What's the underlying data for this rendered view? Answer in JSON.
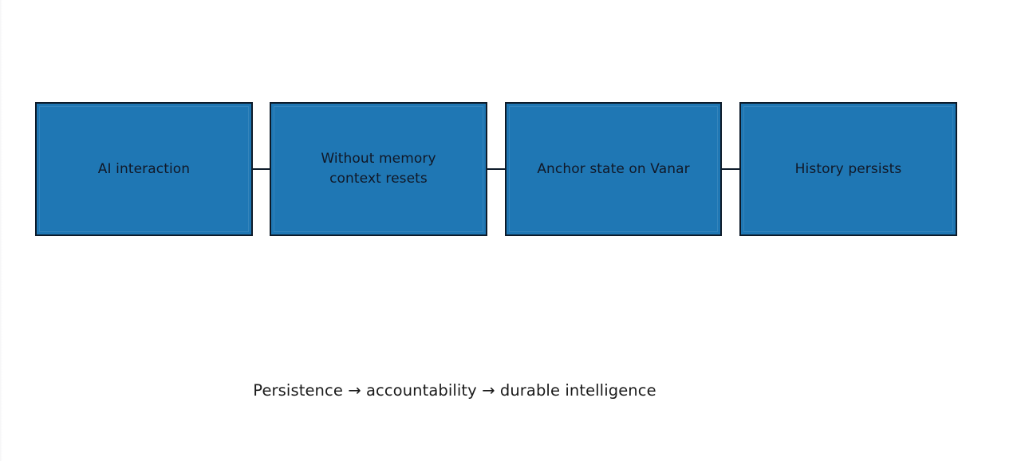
{
  "diagram": {
    "title": "",
    "colors": {
      "node_fill": "#1f77b4",
      "node_border": "#0d1b2a",
      "node_text": "#111827",
      "connector": "#0d1b2a",
      "background": "#ffffff",
      "caption_text": "#1a1a1a"
    },
    "nodes": [
      {
        "id": "node-1",
        "label": "AI interaction"
      },
      {
        "id": "node-2",
        "label": "Without memory\ncontext resets"
      },
      {
        "id": "node-3",
        "label": "Anchor state on Vanar"
      },
      {
        "id": "node-4",
        "label": "History persists"
      }
    ],
    "connectors": [
      {
        "id": "connector-1",
        "from": "node-1",
        "to": "node-2",
        "style": "line"
      },
      {
        "id": "connector-2",
        "from": "node-2",
        "to": "node-3",
        "style": "line"
      },
      {
        "id": "connector-3",
        "from": "node-3",
        "to": "node-4",
        "style": "line"
      }
    ],
    "caption": "Persistence → accountability → durable intelligence"
  }
}
